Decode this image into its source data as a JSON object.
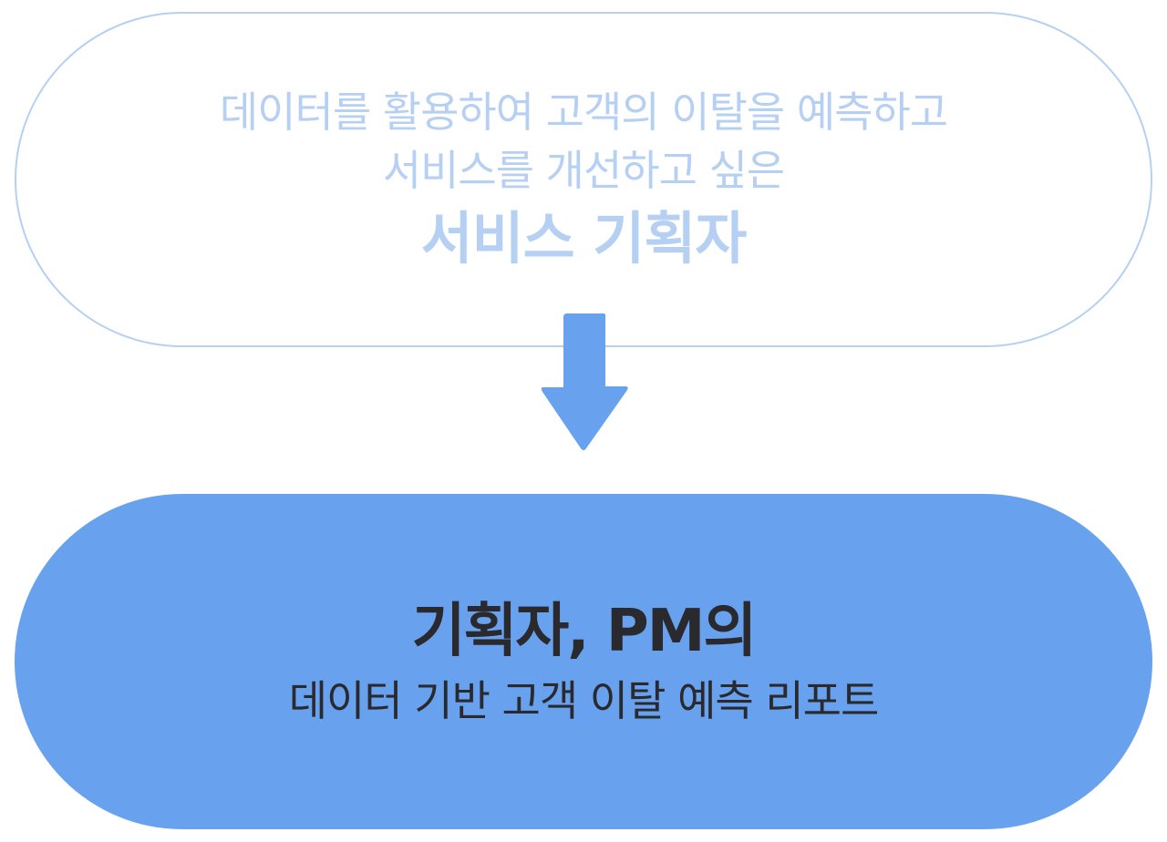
{
  "top_node": {
    "line1": "데이터를 활용하여 고객의 이탈을 예측하고",
    "line2": "서비스를 개선하고 싶은",
    "emphasis": "서비스 기획자"
  },
  "bottom_node": {
    "title": "기획자, PM의",
    "subtitle": "데이터 기반 고객 이탈 예측 리포트"
  },
  "colors": {
    "top_outline_and_text": "#b5d0f3",
    "arrow": "#68a1ee",
    "bottom_fill": "#68a1ee",
    "bottom_text": "#2a2a2e"
  }
}
